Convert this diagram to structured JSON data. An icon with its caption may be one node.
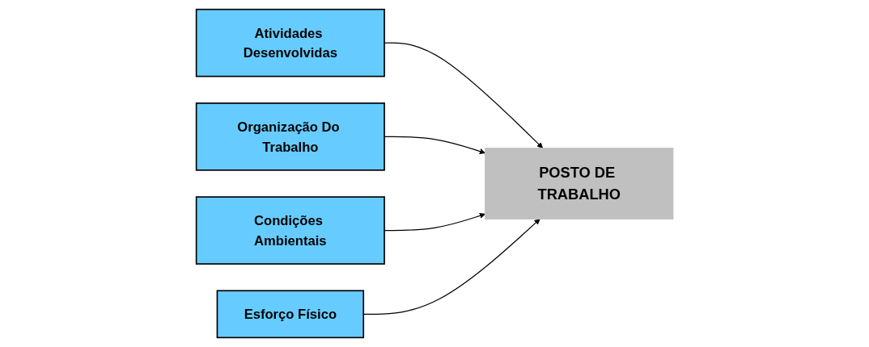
{
  "diagram": {
    "nodes": [
      {
        "text": [
          "Atividades Desenvolvidas"
        ]
      },
      {
        "text": [
          "Organização Do Trabalho"
        ]
      },
      {
        "text": [
          "POSTO DE TRABALHO"
        ]
      },
      {
        "text": [
          "Condições Ambientais"
        ]
      },
      {
        "text": [
          "Esforço Físico"
        ]
      }
    ],
    "edges": [
      {
        "from": 0,
        "to": 2,
        "arrow": "to"
      },
      {
        "from": 1,
        "to": 2,
        "arrow": "to"
      },
      {
        "from": 3,
        "to": 2,
        "arrow": "to"
      },
      {
        "from": 4,
        "to": 2,
        "arrow": "to"
      }
    ]
  }
}
